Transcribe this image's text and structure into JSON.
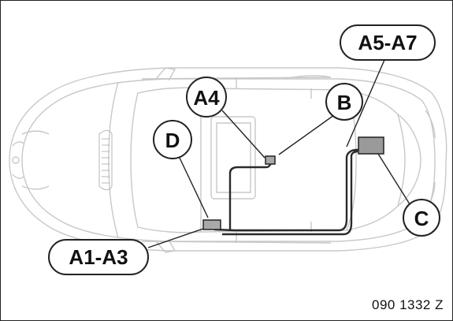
{
  "callouts": {
    "a5_a7": "A5-A7",
    "a4": "A4",
    "b": "B",
    "d": "D",
    "c": "C",
    "a1_a3": "A1-A3"
  },
  "reference": "090 1332  Z",
  "colors": {
    "car_outline": "#c8c8c8",
    "cable": "#2a2a2a",
    "module_fill": "#a9a9a9",
    "module_large_fill": "#9a9a9a"
  }
}
